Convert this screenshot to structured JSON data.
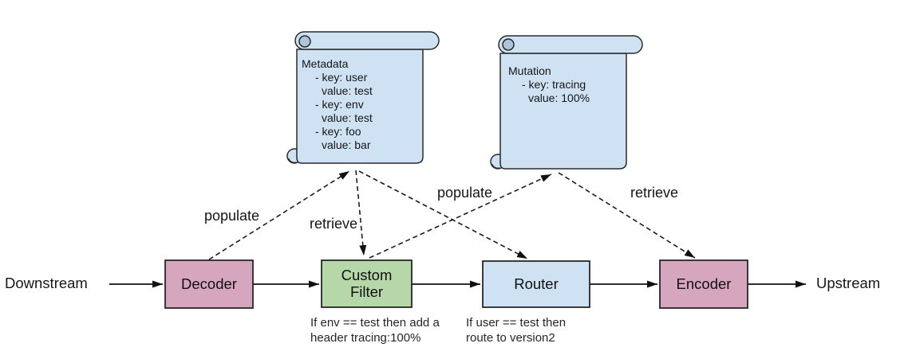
{
  "diagram": {
    "colors": {
      "node_pink": "#d5a6bd",
      "node_green": "#b6d7a8",
      "node_blue": "#cfe2f3",
      "scroll_fill": "#cfe2f3",
      "scroll_roll": "#aec4da",
      "stroke": "#1c1c1c"
    },
    "endpoints": {
      "left": "Downstream",
      "right": "Upstream"
    },
    "nodes": [
      {
        "id": "decoder",
        "label": "Decoder",
        "color": "#d5a6bd"
      },
      {
        "id": "custom-filter",
        "label": "Custom Filter",
        "color": "#b6d7a8",
        "caption": "If env == test then add a\nheader tracing:100%"
      },
      {
        "id": "router",
        "label": "Router",
        "color": "#cfe2f3",
        "caption": "If user == test then\nroute to version2"
      },
      {
        "id": "encoder",
        "label": "Encoder",
        "color": "#d5a6bd"
      }
    ],
    "scrolls": [
      {
        "id": "metadata",
        "lines": [
          "Metadata",
          "- key: user",
          "value: test",
          "- key: env",
          "value: test",
          "- key: foo",
          "value: bar"
        ]
      },
      {
        "id": "mutation",
        "lines": [
          "Mutation",
          "- key: tracing",
          "value: 100%"
        ]
      }
    ],
    "edge_labels": {
      "populate_metadata": "populate",
      "retrieve_metadata": "retrieve",
      "populate_mutation": "populate",
      "retrieve_mutation": "retrieve"
    }
  }
}
